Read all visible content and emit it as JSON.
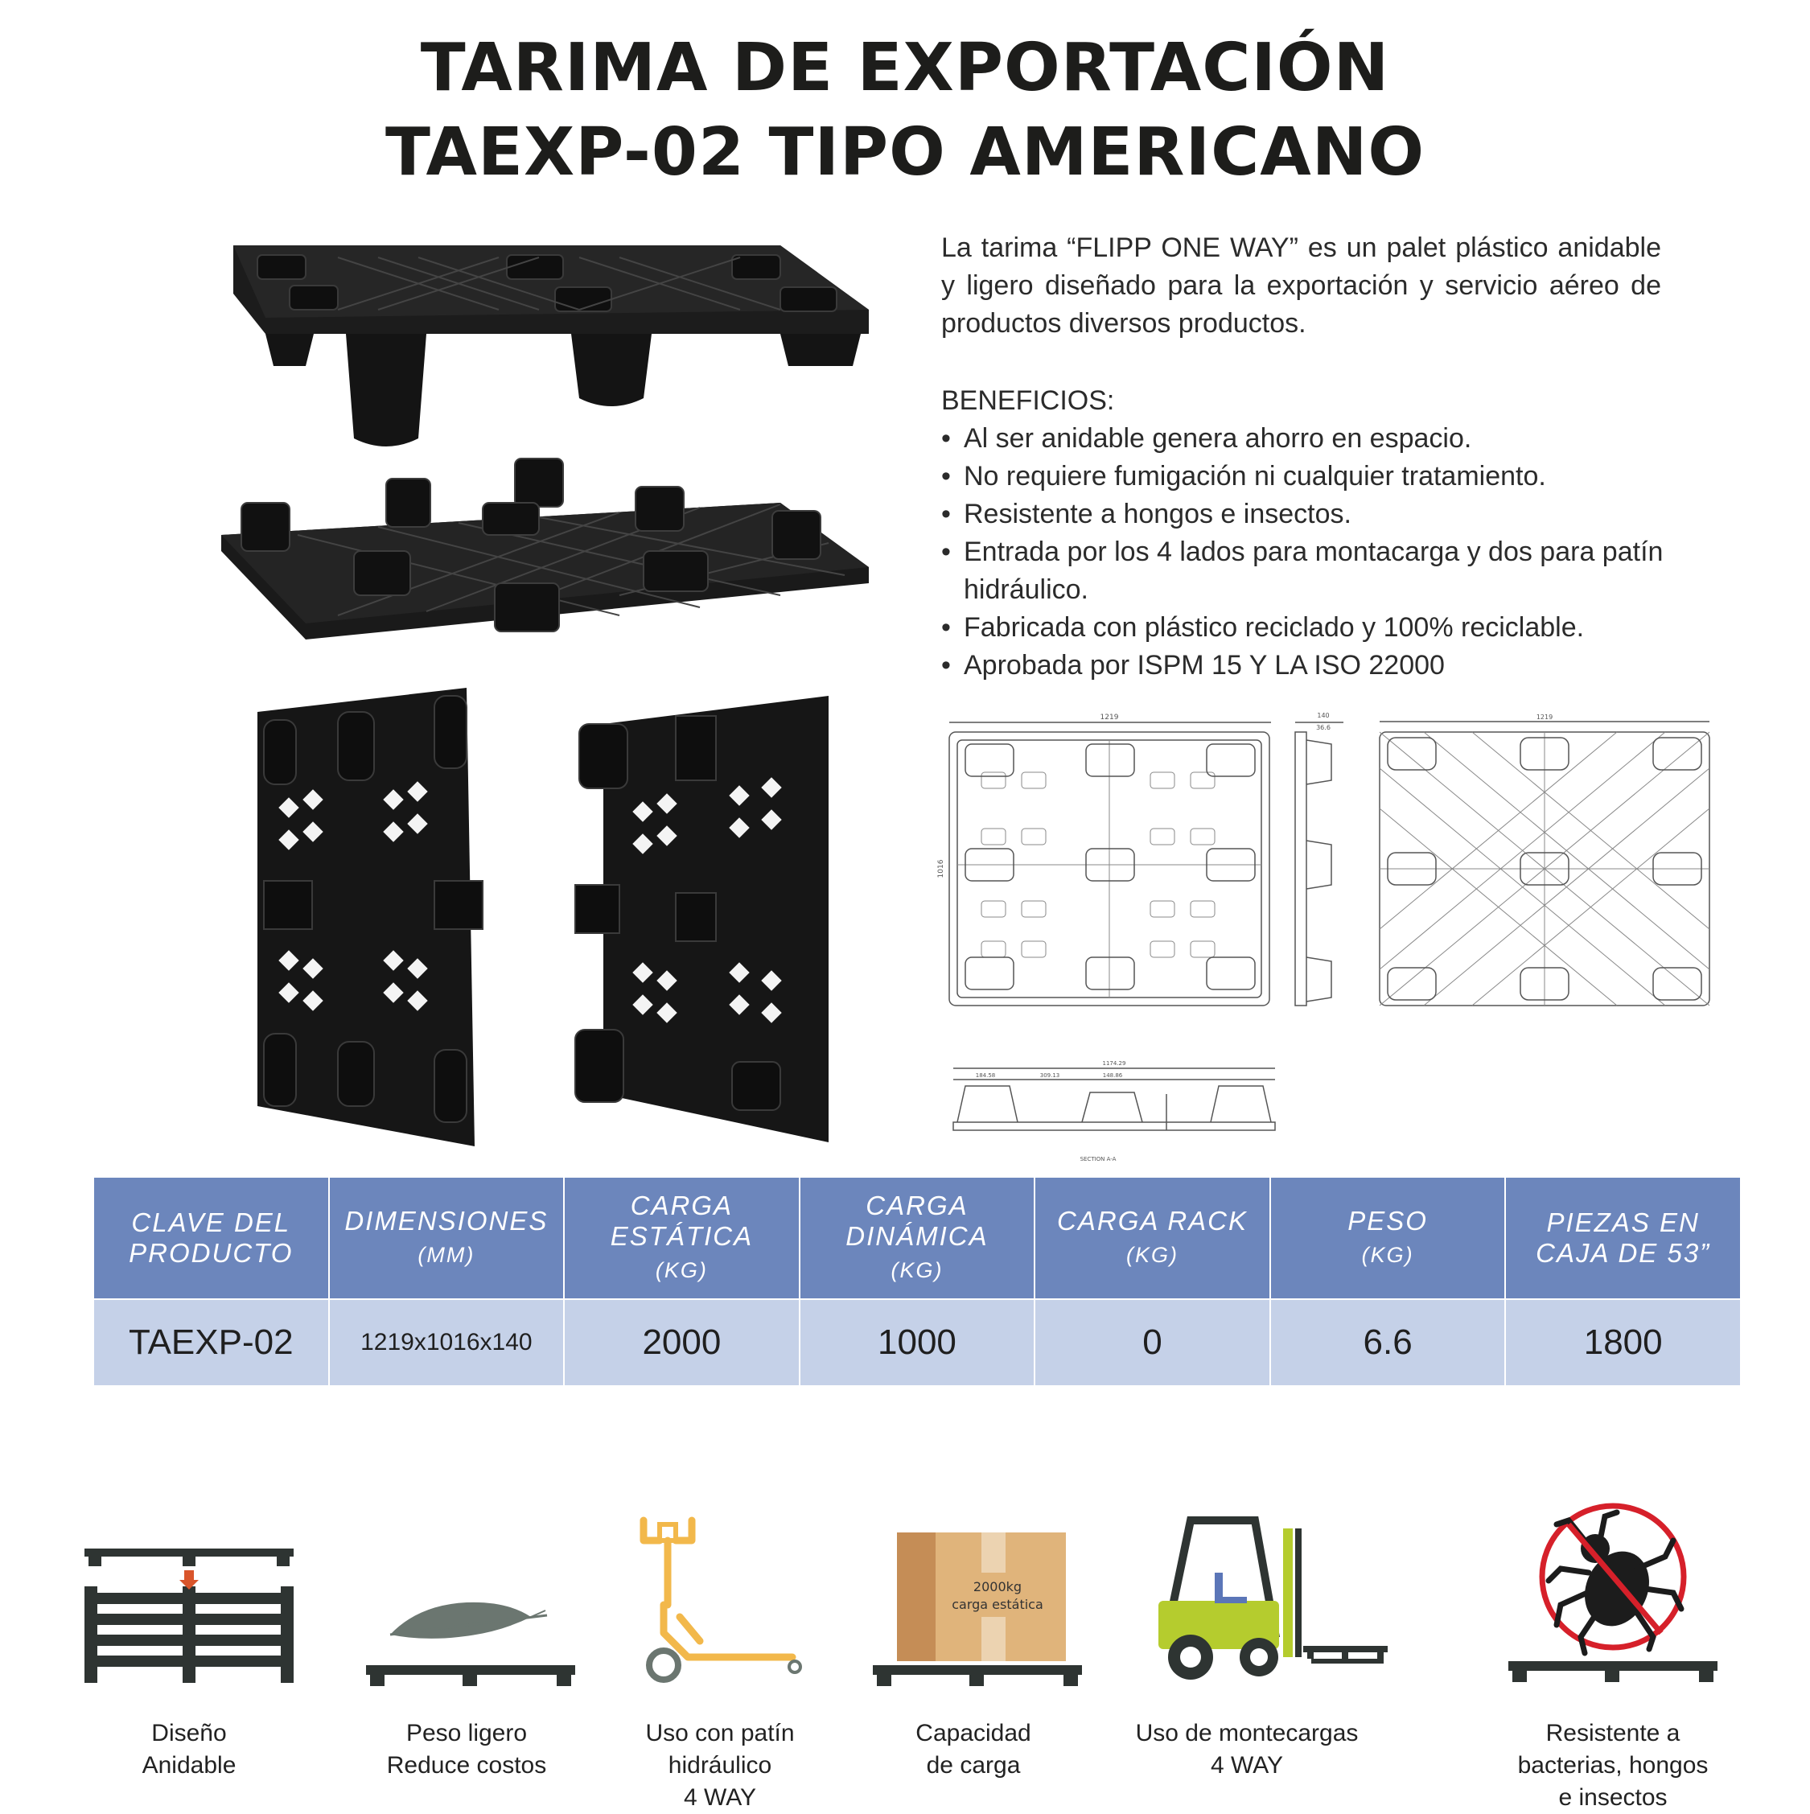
{
  "title": {
    "line1": "TARIMA DE EXPORTACIÓN",
    "line2": "TAEXP-02 TIPO AMERICANO"
  },
  "description": "La tarima “FLIPP ONE WAY” es un palet plástico anidable y ligero diseñado para la exportación y servicio aéreo de productos diversos productos.",
  "benefits": {
    "title": "BENEFICIOS:",
    "items": [
      "Al ser anidable genera ahorro en espacio.",
      "No requiere fumigación ni cualquier tratamiento.",
      "Resistente a hongos e insectos.",
      "Entrada por los 4 lados para montacarga y dos para patín hidráulico.",
      "Fabricada con plástico reciclado y 100% reciclable.",
      "Aprobada por ISPM 15 Y LA ISO 22000"
    ]
  },
  "drawing": {
    "dim_width": "1219",
    "dim_depth": "1016",
    "dim_height": "140",
    "dim_side": "36.6",
    "section_total": "1174.29",
    "section_a": "184.58",
    "section_b": "309.13",
    "section_c": "148.86",
    "section_label": "SECTION A-A"
  },
  "table": {
    "headers": [
      {
        "label": "CLAVE DEL PRODUCTO",
        "unit": ""
      },
      {
        "label": "DIMENSIONES",
        "unit": "(MM)"
      },
      {
        "label": "CARGA ESTÁTICA",
        "unit": "(KG)"
      },
      {
        "label": "CARGA DINÁMICA",
        "unit": "(KG)"
      },
      {
        "label": "CARGA RACK",
        "unit": "(KG)"
      },
      {
        "label": "PESO",
        "unit": "(KG)"
      },
      {
        "label": "PIEZAS EN CAJA DE 53”",
        "unit": ""
      }
    ],
    "row": {
      "clave": "TAEXP-02",
      "dimensiones": "1219x1016x140",
      "carga_estatica": "2000",
      "carga_dinamica": "1000",
      "carga_rack": "0",
      "peso": "6.6",
      "piezas": "1800"
    }
  },
  "features": [
    {
      "icon": "nested-pallets-icon",
      "line1": "Diseño",
      "line2": "Anidable",
      "line3": ""
    },
    {
      "icon": "feather-icon",
      "line1": "Peso ligero",
      "line2": "Reduce costos",
      "line3": ""
    },
    {
      "icon": "pallet-jack-icon",
      "line1": "Uso con patín",
      "line2": "hidráulico",
      "line3": "4 WAY"
    },
    {
      "icon": "box-load-icon",
      "line1": "Capacidad",
      "line2": "de carga",
      "line3": "",
      "box_line1": "2000kg",
      "box_line2": "carga estática"
    },
    {
      "icon": "forklift-icon",
      "line1": "Uso de montecargas",
      "line2": "4 WAY",
      "line3": ""
    },
    {
      "icon": "no-insects-icon",
      "line1": "Resistente a",
      "line2": "bacterias, hongos",
      "line3": "e insectos"
    }
  ],
  "colors": {
    "header_blue": "#6c86bc",
    "row_blue": "#c5d1e8",
    "pallet_black": "#1c1c1c",
    "icon_dark": "#2e3432",
    "jack_yellow": "#f2b84b",
    "forklift_green": "#b5cc2e",
    "box_tan": "#e0b47b",
    "no_sign_red": "#d6202a"
  }
}
